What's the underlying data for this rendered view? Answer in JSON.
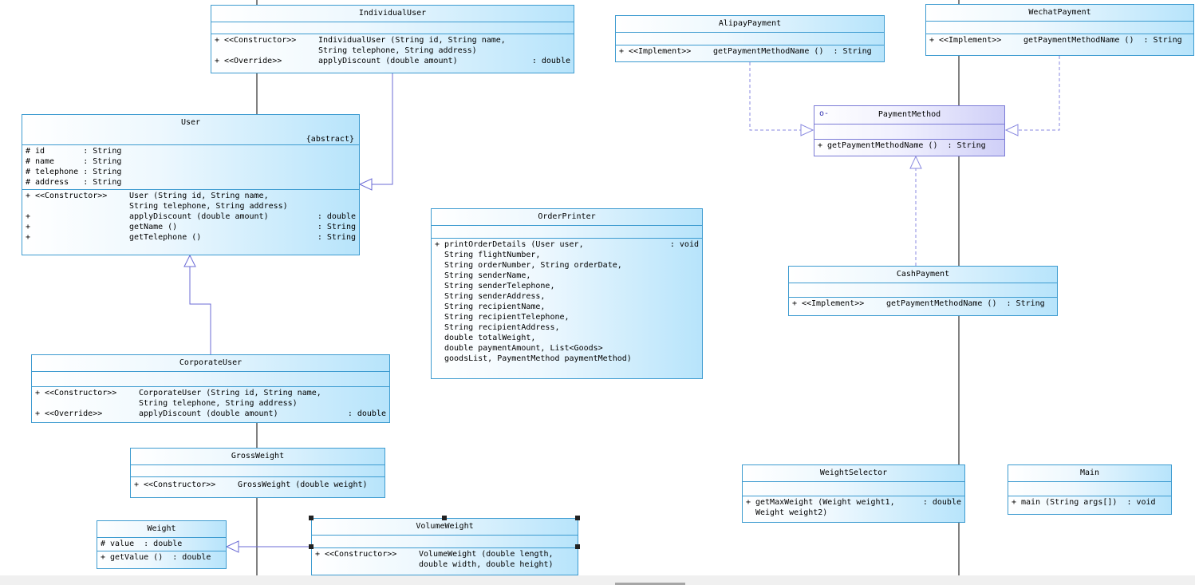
{
  "classes": {
    "individual_user": {
      "name": "IndividualUser",
      "methods": [
        {
          "vis": "+",
          "stereo": "<<Constructor>>",
          "sig": "IndividualUser (String id, String name,",
          "ret": ""
        },
        {
          "vis": "",
          "stereo": "",
          "sig": "String telephone, String address)",
          "ret": ""
        },
        {
          "vis": "+",
          "stereo": "<<Override>>",
          "sig": "applyDiscount (double amount)",
          "ret": ": double"
        }
      ]
    },
    "user": {
      "name": "User",
      "abstract_label": "{abstract}",
      "attributes": [
        {
          "vis": "#",
          "sig": "id        : String"
        },
        {
          "vis": "#",
          "sig": "name      : String"
        },
        {
          "vis": "#",
          "sig": "telephone : String"
        },
        {
          "vis": "#",
          "sig": "address   : String"
        }
      ],
      "methods": [
        {
          "vis": "+",
          "stereo": "<<Constructor>>",
          "sig": "User (String id, String name,",
          "ret": ""
        },
        {
          "vis": "",
          "stereo": "",
          "sig": "String telephone, String address)",
          "ret": ""
        },
        {
          "vis": "+",
          "stereo": "",
          "sig": "applyDiscount (double amount)",
          "ret": ": double"
        },
        {
          "vis": "+",
          "stereo": "",
          "sig": "getName ()",
          "ret": ": String"
        },
        {
          "vis": "+",
          "stereo": "",
          "sig": "getTelephone ()",
          "ret": ": String"
        }
      ]
    },
    "corporate_user": {
      "name": "CorporateUser",
      "methods": [
        {
          "vis": "+",
          "stereo": "<<Constructor>>",
          "sig": "CorporateUser (String id, String name,",
          "ret": ""
        },
        {
          "vis": "",
          "stereo": "",
          "sig": "String telephone, String address)",
          "ret": ""
        },
        {
          "vis": "+",
          "stereo": "<<Override>>",
          "sig": "applyDiscount (double amount)",
          "ret": ": double"
        }
      ]
    },
    "gross_weight": {
      "name": "GrossWeight",
      "methods": [
        {
          "vis": "+",
          "stereo": "<<Constructor>>",
          "sig": "GrossWeight (double weight)",
          "ret": ""
        }
      ]
    },
    "weight": {
      "name": "Weight",
      "attributes": [
        {
          "vis": "#",
          "sig": "value  : double"
        }
      ],
      "methods": [
        {
          "vis": "+",
          "stereo": "",
          "sig": "getValue ()  : double",
          "ret": ""
        }
      ]
    },
    "volume_weight": {
      "name": "VolumeWeight",
      "methods": [
        {
          "vis": "+",
          "stereo": "<<Constructor>>",
          "sig": "VolumeWeight (double length,",
          "ret": ""
        },
        {
          "vis": "",
          "stereo": "",
          "sig": "double width, double height)",
          "ret": ""
        }
      ]
    },
    "order_printer": {
      "name": "OrderPrinter",
      "methods": [
        {
          "vis": "+",
          "stereo": "",
          "sig": "printOrderDetails (User user,",
          "ret": ": void"
        },
        {
          "vis": "",
          "stereo": "",
          "sig": "String flightNumber,",
          "ret": ""
        },
        {
          "vis": "",
          "stereo": "",
          "sig": "String orderNumber, String orderDate,",
          "ret": ""
        },
        {
          "vis": "",
          "stereo": "",
          "sig": "String senderName,",
          "ret": ""
        },
        {
          "vis": "",
          "stereo": "",
          "sig": "String senderTelephone,",
          "ret": ""
        },
        {
          "vis": "",
          "stereo": "",
          "sig": "String senderAddress,",
          "ret": ""
        },
        {
          "vis": "",
          "stereo": "",
          "sig": "String recipientName,",
          "ret": ""
        },
        {
          "vis": "",
          "stereo": "",
          "sig": "String recipientTelephone,",
          "ret": ""
        },
        {
          "vis": "",
          "stereo": "",
          "sig": "String recipientAddress,",
          "ret": ""
        },
        {
          "vis": "",
          "stereo": "",
          "sig": "double totalWeight,",
          "ret": ""
        },
        {
          "vis": "",
          "stereo": "",
          "sig": "double paymentAmount, List<Goods>",
          "ret": ""
        },
        {
          "vis": "",
          "stereo": "",
          "sig": "goodsList, PaymentMethod paymentMethod)",
          "ret": ""
        }
      ]
    },
    "alipay_payment": {
      "name": "AlipayPayment",
      "methods": [
        {
          "vis": "+",
          "stereo": "<<Implement>>",
          "sig": "getPaymentMethodName ()  : String",
          "ret": ""
        }
      ]
    },
    "wechat_payment": {
      "name": "WechatPayment",
      "methods": [
        {
          "vis": "+",
          "stereo": "<<Implement>>",
          "sig": "getPaymentMethodName ()  : String",
          "ret": ""
        }
      ]
    },
    "payment_method": {
      "name": "PaymentMethod",
      "interface_glyph": "o-",
      "methods": [
        {
          "vis": "+",
          "stereo": "",
          "sig": "getPaymentMethodName ()  : String",
          "ret": ""
        }
      ]
    },
    "cash_payment": {
      "name": "CashPayment",
      "methods": [
        {
          "vis": "+",
          "stereo": "<<Implement>>",
          "sig": "getPaymentMethodName ()  : String",
          "ret": ""
        }
      ]
    },
    "weight_selector": {
      "name": "WeightSelector",
      "methods": [
        {
          "vis": "+",
          "stereo": "",
          "sig": "getMaxWeight (Weight weight1,",
          "ret": ": double"
        },
        {
          "vis": "",
          "stereo": "",
          "sig": "Weight weight2)",
          "ret": ""
        }
      ]
    },
    "main": {
      "name": "Main",
      "methods": [
        {
          "vis": "+",
          "stereo": "",
          "sig": "main (String args[])  : void",
          "ret": ""
        }
      ]
    }
  },
  "colors": {
    "class_border": "#3d9bd0",
    "class_fill_end": "#b7e4fb",
    "interface_border": "#7b7bd6",
    "interface_fill_end": "#cfcff7",
    "generalization_line": "#6b6bd6",
    "realization_line": "#8a8ae0",
    "lifeline": "#000000"
  }
}
